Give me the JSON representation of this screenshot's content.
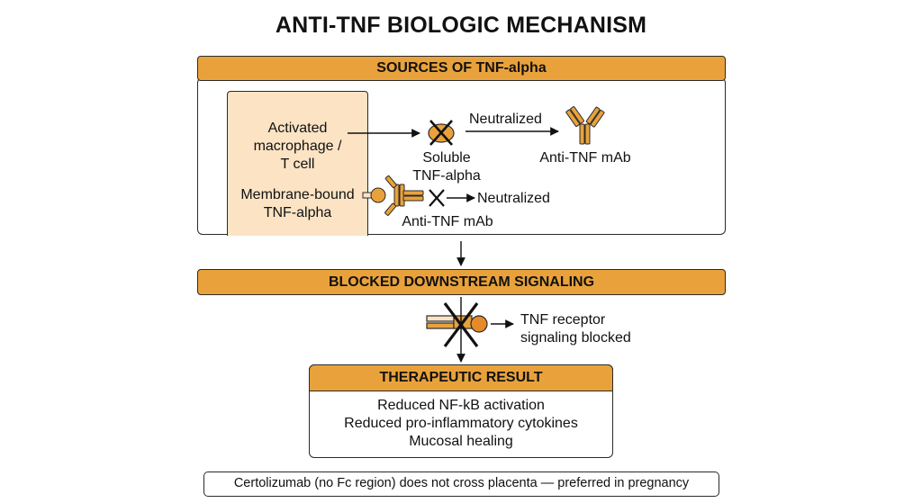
{
  "title": "ANTI-TNF BIOLOGIC MECHANISM",
  "sources": {
    "header": "SOURCES OF TNF-alpha",
    "cell_label": [
      "Activated",
      "macrophage /",
      "T cell"
    ],
    "membrane_label": [
      "Membrane-bound",
      "TNF-alpha"
    ],
    "soluble_label": [
      "Soluble",
      "TNF-alpha"
    ],
    "neutralized_top": "Neutralized",
    "mab_top": "Anti-TNF mAb",
    "neutralized_bottom": "Neutralized",
    "mab_bottom": "Anti-TNF mAb"
  },
  "signaling": {
    "header": "BLOCKED DOWNSTREAM SIGNALING",
    "receptor_label": [
      "TNF receptor",
      "signaling blocked"
    ]
  },
  "result": {
    "header": "THERAPEUTIC RESULT",
    "lines": [
      "Reduced NF-kB activation",
      "Reduced pro-inflammatory cytokines",
      "Mucosal healing"
    ]
  },
  "footnote": "Certolizumab (no Fc region) does not cross placenta — preferred in pregnancy",
  "colors": {
    "orange": "#E9A23B",
    "pale": "#FBE3C4",
    "accent": "#E58A2B",
    "line": "#2a2a2a"
  },
  "icons": [
    "antibody-icon",
    "tnf-molecule-icon",
    "block-x-icon",
    "receptor-icon"
  ]
}
